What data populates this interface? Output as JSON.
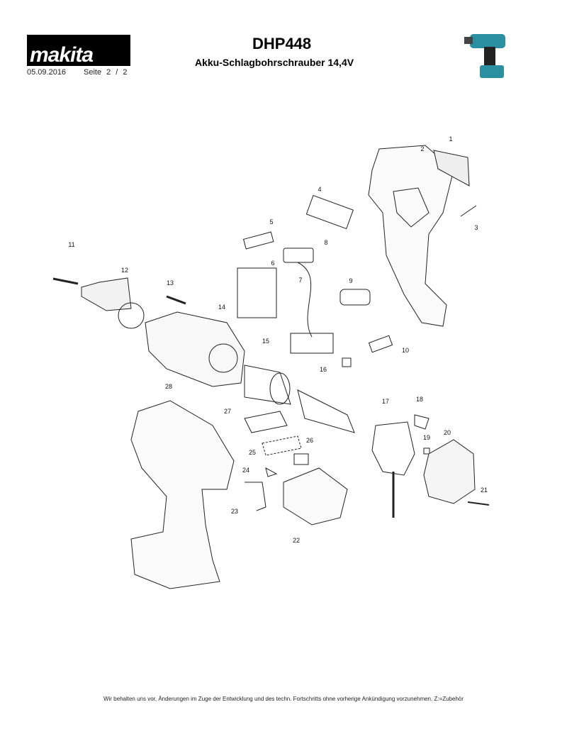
{
  "header": {
    "brand": "makita",
    "date": "05.09.2016",
    "page": "Seite  2  / 2",
    "model": "DHP448",
    "subtitle": "Akku-Schlagbohrschrauber 14,4V"
  },
  "parts": [
    "1",
    "2",
    "3",
    "4",
    "5",
    "6",
    "7",
    "8",
    "9",
    "10",
    "11",
    "12",
    "13",
    "14",
    "15",
    "16",
    "17",
    "18",
    "19",
    "20",
    "21",
    "22",
    "23",
    "24",
    "25",
    "26",
    "27",
    "28"
  ],
  "footer": "Wir behalten uns vor, Änderungen im Zuge der Entwicklung und des techn. Fortschritts ohne vorherige Ankündigung vorzunehmen. Z:=Zubehör"
}
